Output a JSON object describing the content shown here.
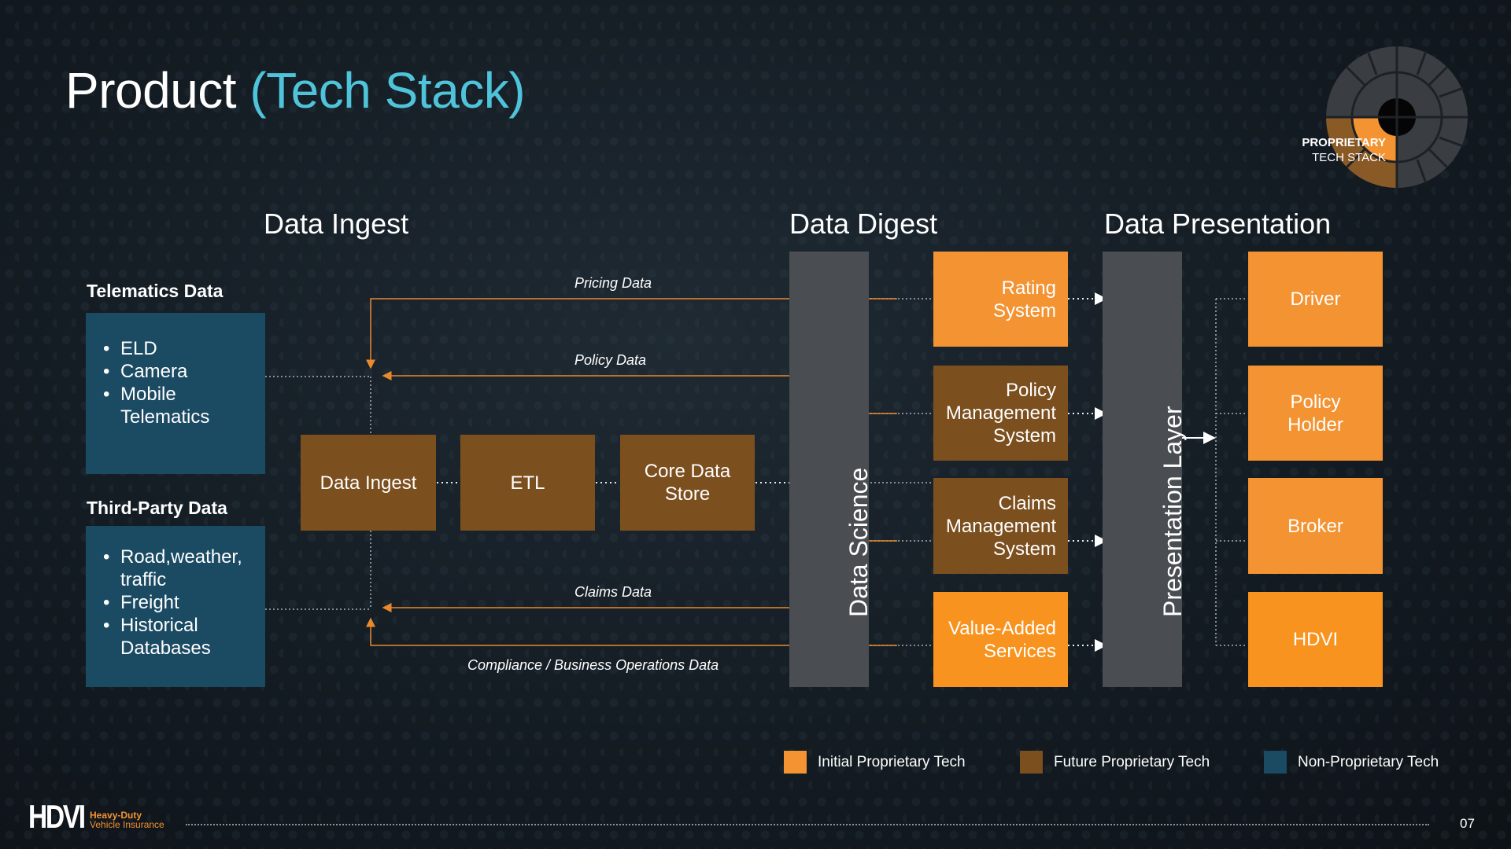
{
  "title": {
    "main": "Product",
    "accent": "(Tech Stack)"
  },
  "badge": {
    "line1": "PROPRIETARY",
    "line2": "TECH STACK"
  },
  "sections": {
    "ingest": "Data Ingest",
    "digest": "Data Digest",
    "presentation": "Data Presentation"
  },
  "sources": {
    "telematics": {
      "label": "Telematics Data",
      "items": [
        "ELD",
        "Camera",
        "Mobile Telematics"
      ]
    },
    "third_party": {
      "label": "Third-Party Data",
      "items": [
        "Road,weather, traffic",
        "Freight",
        "Historical Databases"
      ]
    }
  },
  "pipeline": {
    "ingest": "Data Ingest",
    "etl": "ETL",
    "store": "Core Data Store"
  },
  "flows": {
    "pricing": "Pricing Data",
    "policy": "Policy Data",
    "claims": "Claims Data",
    "compliance": "Compliance / Business Operations Data"
  },
  "data_science": "Data Science",
  "digest_systems": [
    "Rating System",
    "Policy Management System",
    "Claims Management System",
    "Value-Added Services"
  ],
  "presentation_layer": "Presentation Layer",
  "audiences": [
    "Driver",
    "Policy Holder",
    "Broker",
    "HDVI"
  ],
  "legend": [
    "Initial Proprietary Tech",
    "Future Proprietary Tech",
    "Non-Proprietary Tech"
  ],
  "footer": {
    "logo": "HDVI",
    "tagline1": "Heavy-Duty",
    "tagline2": "Vehicle Insurance",
    "page": "07"
  },
  "colors": {
    "initial": "#f39332",
    "future": "#7c4f1f",
    "non_proprietary": "#1b4a63",
    "accent": "#4fc3d9"
  }
}
